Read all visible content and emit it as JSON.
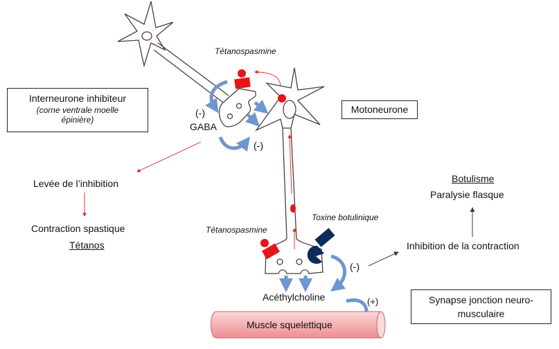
{
  "labels": {
    "tetanospasmine_top": "Tétanospasmine",
    "interneurone_title": "Interneurone inhibiteur",
    "interneurone_subtitle": "(corne ventrale moelle épinière)",
    "minus_1": "(-)",
    "gaba": "GABA",
    "minus_2": "(-)",
    "motoneurone": "Motoneurone",
    "levee_inhibition": "Levée de l’inhibition",
    "contraction_spastique": "Contraction spastique",
    "tetanos": "Tétanos",
    "botulisme": "Botulisme",
    "paralysie_flasque": "Paralysie flasque",
    "toxine_botulinique": "Toxine botulinique",
    "tetanospasmine_bottom": "Tétanospasmine",
    "inhibition_contraction": "Inhibition de la contraction",
    "minus_3": "(-)",
    "acethylcholine": "Acéthylcholine",
    "plus": "(+)",
    "synapse": "Synapse jonction neuro-musculaire",
    "muscle": "Muscle squelettique"
  },
  "colors": {
    "toxin_tetanos": "#e8141b",
    "toxin_botulinum": "#0d2a5c",
    "arrow_blue": "#6f96cf",
    "red_arrow": "#d9221f",
    "dark_arrow": "#2e3f5e",
    "muscle": "#f2a3a6"
  }
}
